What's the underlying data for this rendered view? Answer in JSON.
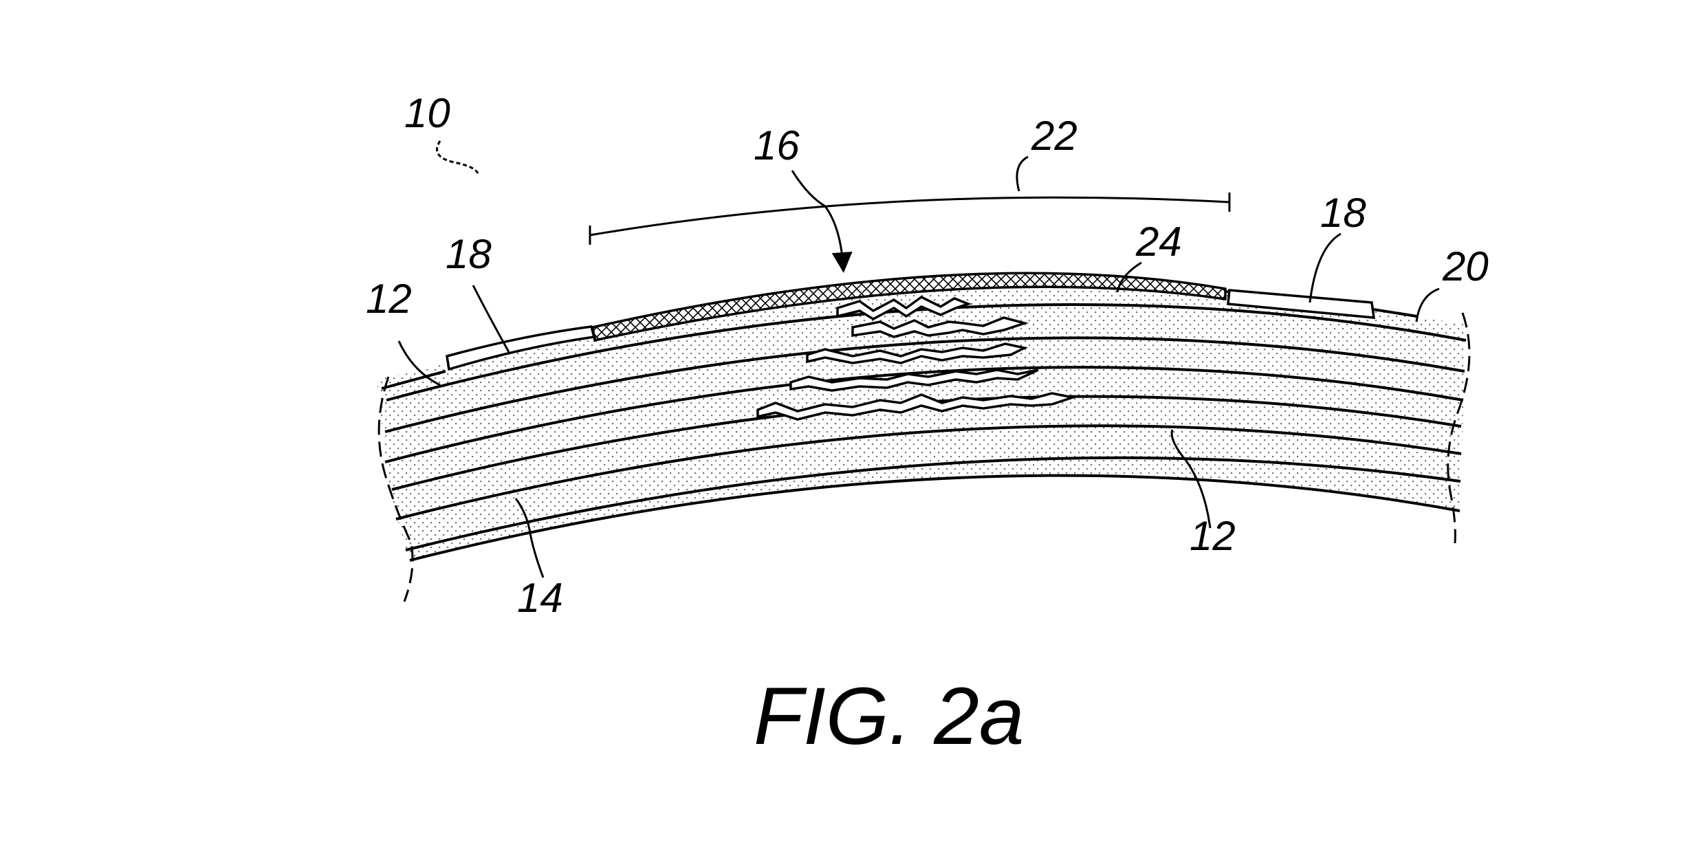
{
  "figure": {
    "caption": "FIG. 2a",
    "labels": {
      "assembly": "10",
      "ply_top_left": "12",
      "ply_bottom_right": "12",
      "laminate": "14",
      "damage": "16",
      "patch_left": "18",
      "patch_right": "18",
      "surface": "20",
      "repair_zone": "22",
      "scarf_layer": "24"
    }
  },
  "colors": {
    "ink": "#000000",
    "paper": "#ffffff",
    "stipple": "#000000"
  }
}
